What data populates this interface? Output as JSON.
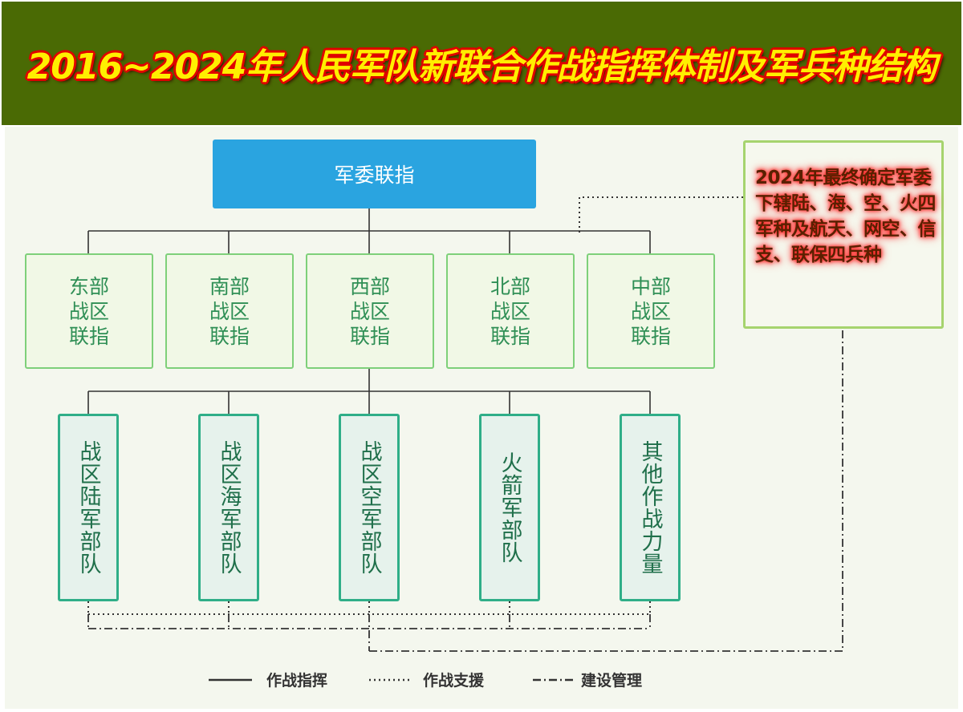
{
  "title": "2016~2024年人民军队新联合作战指挥体制及军兵种结构",
  "root": "军委联指",
  "regions": [
    "东部\n战区\n联指",
    "南部\n战区\n联指",
    "西部\n战区\n联指",
    "北部\n战区\n联指",
    "中部\n战区\n联指"
  ],
  "forces": [
    "战区陆军部队",
    "战区海军部队",
    "战区空军部队",
    "火箭军部队",
    "其他作战力量"
  ],
  "note": "2024年最终确定军委下辖陆、海、空、火四军种及航天、网空、信支、联保四兵种",
  "legend": {
    "command": "作战指挥",
    "support": "作战支援",
    "management": "建设管理"
  },
  "colors": {
    "header_bg": "#4a6a04",
    "title_fill": "#ffef00",
    "title_outline": "#e00000",
    "root_bg": "#2aa4e0",
    "region_border": "#7ed07a",
    "force_border": "#2fae88",
    "note_border": "#a6d46e"
  }
}
